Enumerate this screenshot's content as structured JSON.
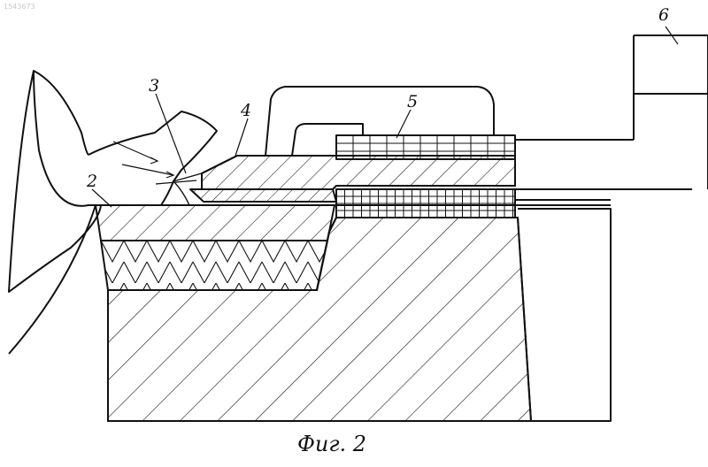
{
  "figure": {
    "caption": "Фиг. 2",
    "corner_stamp": "1543673",
    "labels": {
      "grinding_wheel": "3",
      "part": "2",
      "nozzle": "4",
      "heat_exchanger": "5",
      "unit": "6"
    }
  },
  "colors": {
    "ink": "#111111",
    "paper": "#ffffff"
  }
}
